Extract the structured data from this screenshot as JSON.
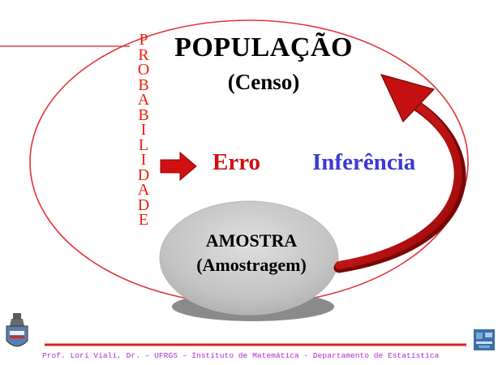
{
  "diagram": {
    "title": "POPULAÇÃO",
    "subtitle": "(Censo)",
    "vertical_label_letters": [
      "P",
      "R",
      "O",
      "B",
      "A",
      "B",
      "I",
      "L",
      "I",
      "D",
      "A",
      "D",
      "E"
    ],
    "error_label": "Erro",
    "inference_label": "Inferência",
    "sample_label": "AMOSTRA",
    "sample_sublabel": "(Amostragem)",
    "colors": {
      "outer_ellipse": "#e0343a",
      "probability_text": "#e8220a",
      "error_text": "#d01010",
      "inference_text": "#3a3ad8",
      "arrow": "#c41010",
      "sample_fill": "#c8c8c8"
    }
  },
  "footer": {
    "credit": "Prof. Lorí Viali, Dr. –  UFRGS –  Instituto de Matemática - Departamento de Estatística",
    "left_logo_icon": "ufrgs-crest-icon",
    "right_logo_icon": "department-logo-icon"
  }
}
